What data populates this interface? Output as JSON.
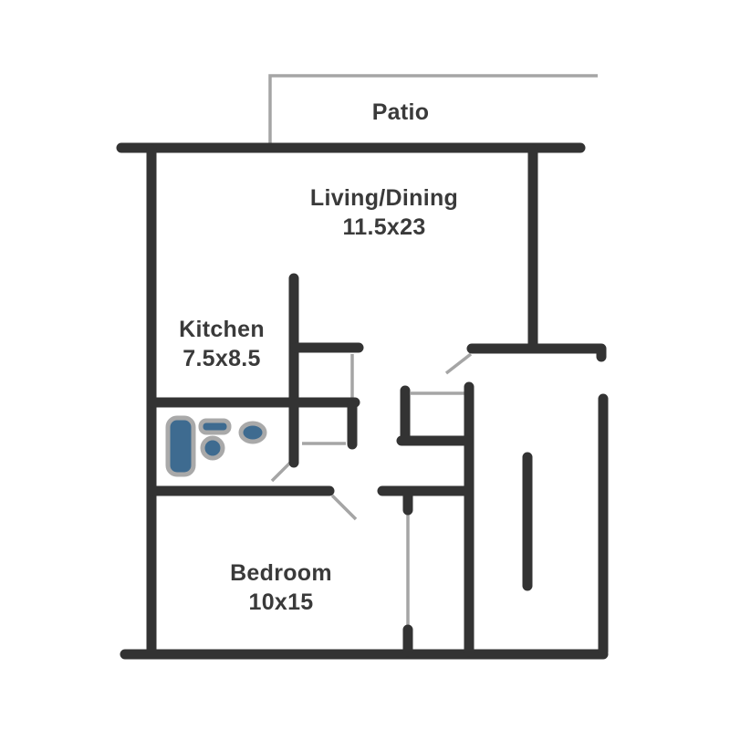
{
  "floor_plan": {
    "rooms": {
      "patio": {
        "label": "Patio"
      },
      "living_dining": {
        "label": "Living/Dining",
        "size": "11.5x23"
      },
      "kitchen": {
        "label": "Kitchen",
        "size": "7.5x8.5"
      },
      "bedroom": {
        "label": "Bedroom",
        "size": "10x15"
      }
    },
    "fixtures": [
      "bathtub",
      "vanity-counter",
      "toilet",
      "sink"
    ],
    "colors": {
      "background": "#ffffff",
      "wall": "#333333",
      "thin_line": "#a5a5a5",
      "text": "#3a3a3a",
      "fixture_fill": "#3e6b90",
      "fixture_stroke": "#a9a9a9"
    }
  }
}
